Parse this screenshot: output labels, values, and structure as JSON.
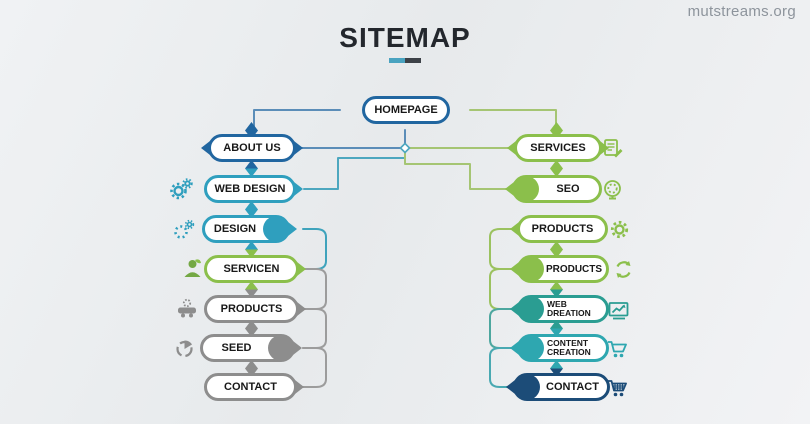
{
  "watermark": "mutstreams.org",
  "title": "SITEMAP",
  "root": {
    "label": "HOMEPAGE"
  },
  "left_branch": [
    {
      "label": "ABOUT US",
      "icon": "none"
    },
    {
      "label": "WEB DESIGN",
      "icon": "gears-icon"
    },
    {
      "label": "DESIGN",
      "icon": "process-dots-icon"
    },
    {
      "label": "SERVICEN",
      "icon": "person-icon"
    },
    {
      "label": "PRODUCTS",
      "icon": "car-icon"
    },
    {
      "label": "SEED",
      "icon": "pie-chart-icon"
    },
    {
      "label": "CONTACT",
      "icon": "none"
    }
  ],
  "right_branch": [
    {
      "label": "SERVICES",
      "icon": "document-icon"
    },
    {
      "label": "SEO",
      "icon": "seo-globe-icon"
    },
    {
      "label": "PRODUCTS",
      "icon": "gear-icon"
    },
    {
      "label": "PRODUCTS",
      "icon": "recycle-icon"
    },
    {
      "label": "WEB DREATION",
      "icon": "chart-icon"
    },
    {
      "label": "CONTENT CREATION",
      "icon": "cart-icon"
    },
    {
      "label": "CONTACT",
      "icon": "cart-grid-icon"
    }
  ],
  "palette": {
    "navy": "#2166a0",
    "teal": "#2f9fbe",
    "green": "#8bbf4b",
    "gray": "#8d8d8d",
    "seagreen": "#2a9d92",
    "cyan": "#2ea7b0",
    "dark_navy": "#1c4c78",
    "underline_teal": "#4aa3c0",
    "underline_dark": "#3d4248"
  }
}
